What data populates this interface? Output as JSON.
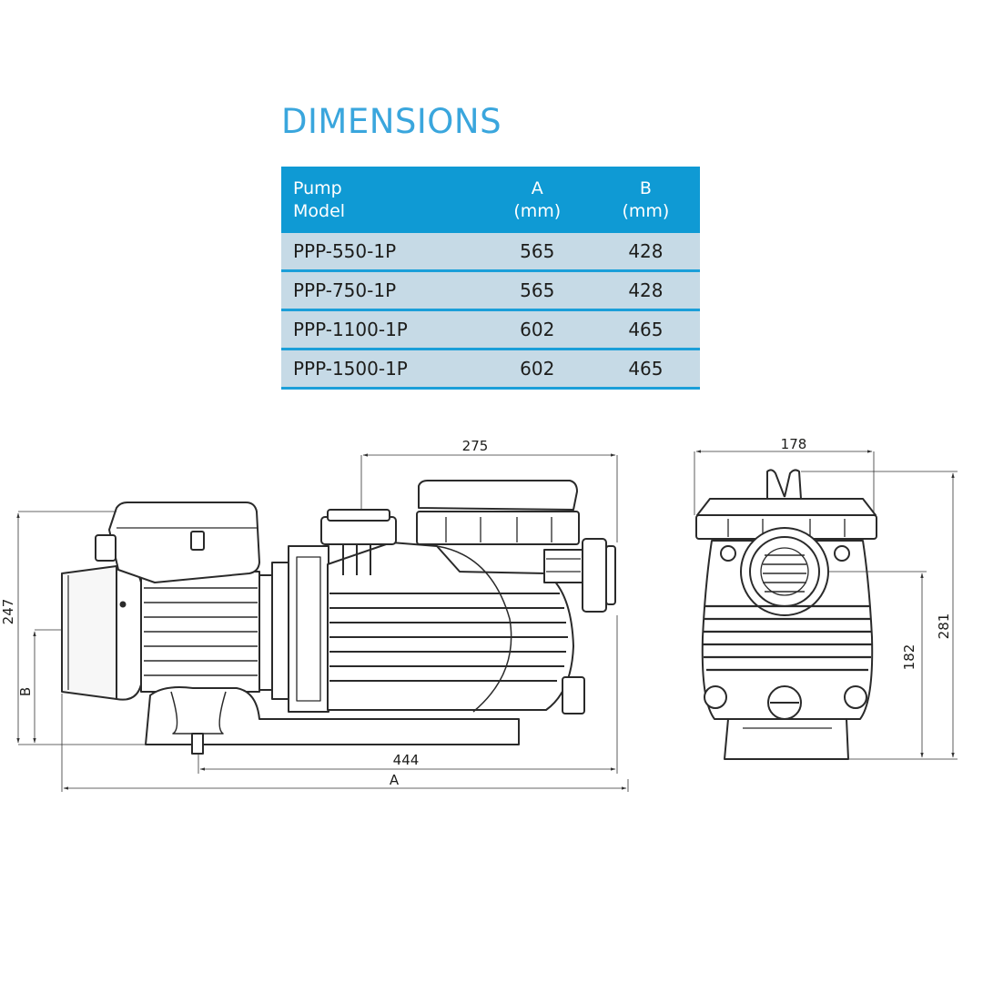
{
  "title": "DIMENSIONS",
  "table": {
    "headers": [
      {
        "line1": "Pump",
        "line2": "Model"
      },
      {
        "line1": "A",
        "line2": "(mm)"
      },
      {
        "line1": "B",
        "line2": "(mm)"
      }
    ],
    "rows": [
      {
        "model": "PPP-550-1P",
        "a": "565",
        "b": "428"
      },
      {
        "model": "PPP-750-1P",
        "a": "565",
        "b": "428"
      },
      {
        "model": "PPP-1100-1P",
        "a": "602",
        "b": "465"
      },
      {
        "model": "PPP-1500-1P",
        "a": "602",
        "b": "465"
      }
    ]
  },
  "dimensions": {
    "side": {
      "top_width": "275",
      "height": "247",
      "b_label": "B",
      "base_length": "444",
      "a_label": "A"
    },
    "front": {
      "top_width": "178",
      "height": "281",
      "inlet_height": "182"
    }
  }
}
